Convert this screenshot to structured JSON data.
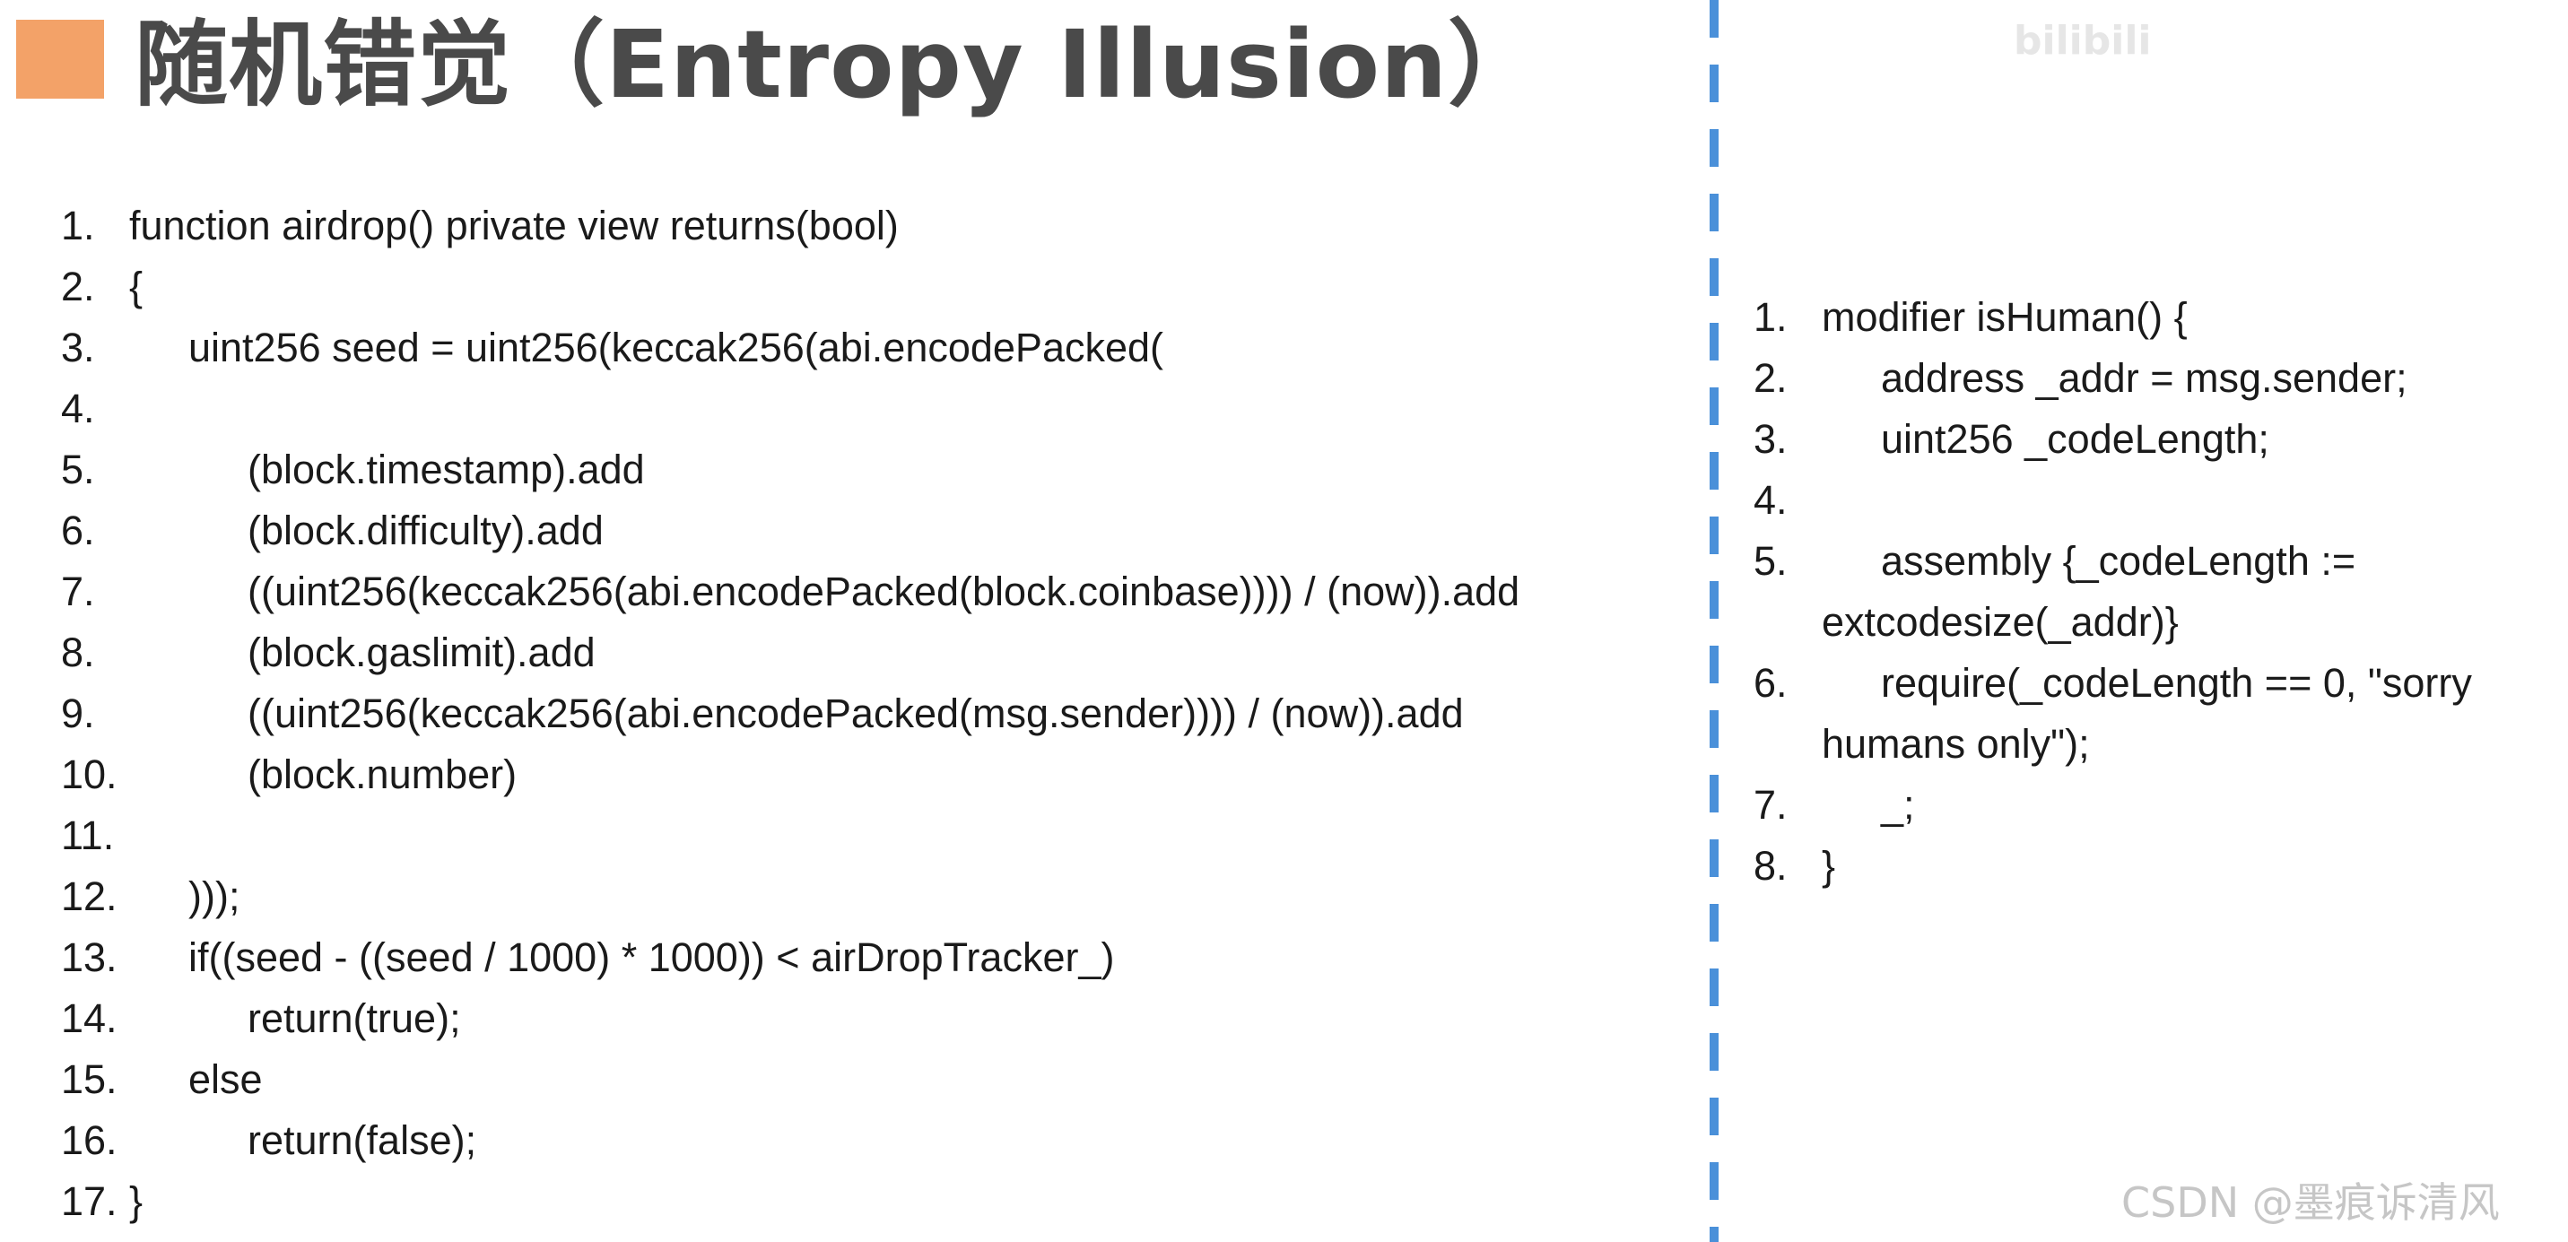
{
  "header": {
    "title": "随机错觉（Entropy Illusion）",
    "accent_color": "#f3a268"
  },
  "left_code": {
    "lines": [
      {
        "num": "1.",
        "text": "function airdrop() private view returns(bool)"
      },
      {
        "num": "2.",
        "text": "{"
      },
      {
        "num": "3.",
        "text": "uint256 seed = uint256(keccak256(abi.encodePacked("
      },
      {
        "num": "4.",
        "text": ""
      },
      {
        "num": "5.",
        "text": "(block.timestamp).add"
      },
      {
        "num": "6.",
        "text": "(block.difficulty).add"
      },
      {
        "num": "7.",
        "text": "((uint256(keccak256(abi.encodePacked(block.coinbase)))) / (now)).add"
      },
      {
        "num": "8.",
        "text": "(block.gaslimit).add"
      },
      {
        "num": "9.",
        "text": "((uint256(keccak256(abi.encodePacked(msg.sender)))) / (now)).add"
      },
      {
        "num": "10.",
        "text": "(block.number)"
      },
      {
        "num": "11.",
        "text": ""
      },
      {
        "num": "12.",
        "text": ")));"
      },
      {
        "num": "13.",
        "text": "if((seed - ((seed / 1000) * 1000)) < airDropTracker_)"
      },
      {
        "num": "14.",
        "text": "return(true);"
      },
      {
        "num": "15.",
        "text": "else"
      },
      {
        "num": "16.",
        "text": "return(false);"
      },
      {
        "num": "17.",
        "text": "}"
      }
    ]
  },
  "right_code": {
    "lines": [
      {
        "num": "1.",
        "text": "modifier isHuman() {"
      },
      {
        "num": "2.",
        "text": "address _addr = msg.sender;"
      },
      {
        "num": "3.",
        "text": "uint256 _codeLength;"
      },
      {
        "num": "4.",
        "text": ""
      },
      {
        "num": "5.",
        "text": "assembly {_codeLength :="
      },
      {
        "num": "",
        "text": "extcodesize(_addr)}"
      },
      {
        "num": "6.",
        "text": "require(_codeLength == 0, \"sorry"
      },
      {
        "num": "",
        "text": "humans only\");"
      },
      {
        "num": "7.",
        "text": "_;"
      },
      {
        "num": "8.",
        "text": "}"
      }
    ]
  },
  "divider": {
    "color": "#4a90d9"
  },
  "watermarks": {
    "top": "bilibili",
    "bottom": "CSDN @墨痕诉清风"
  }
}
